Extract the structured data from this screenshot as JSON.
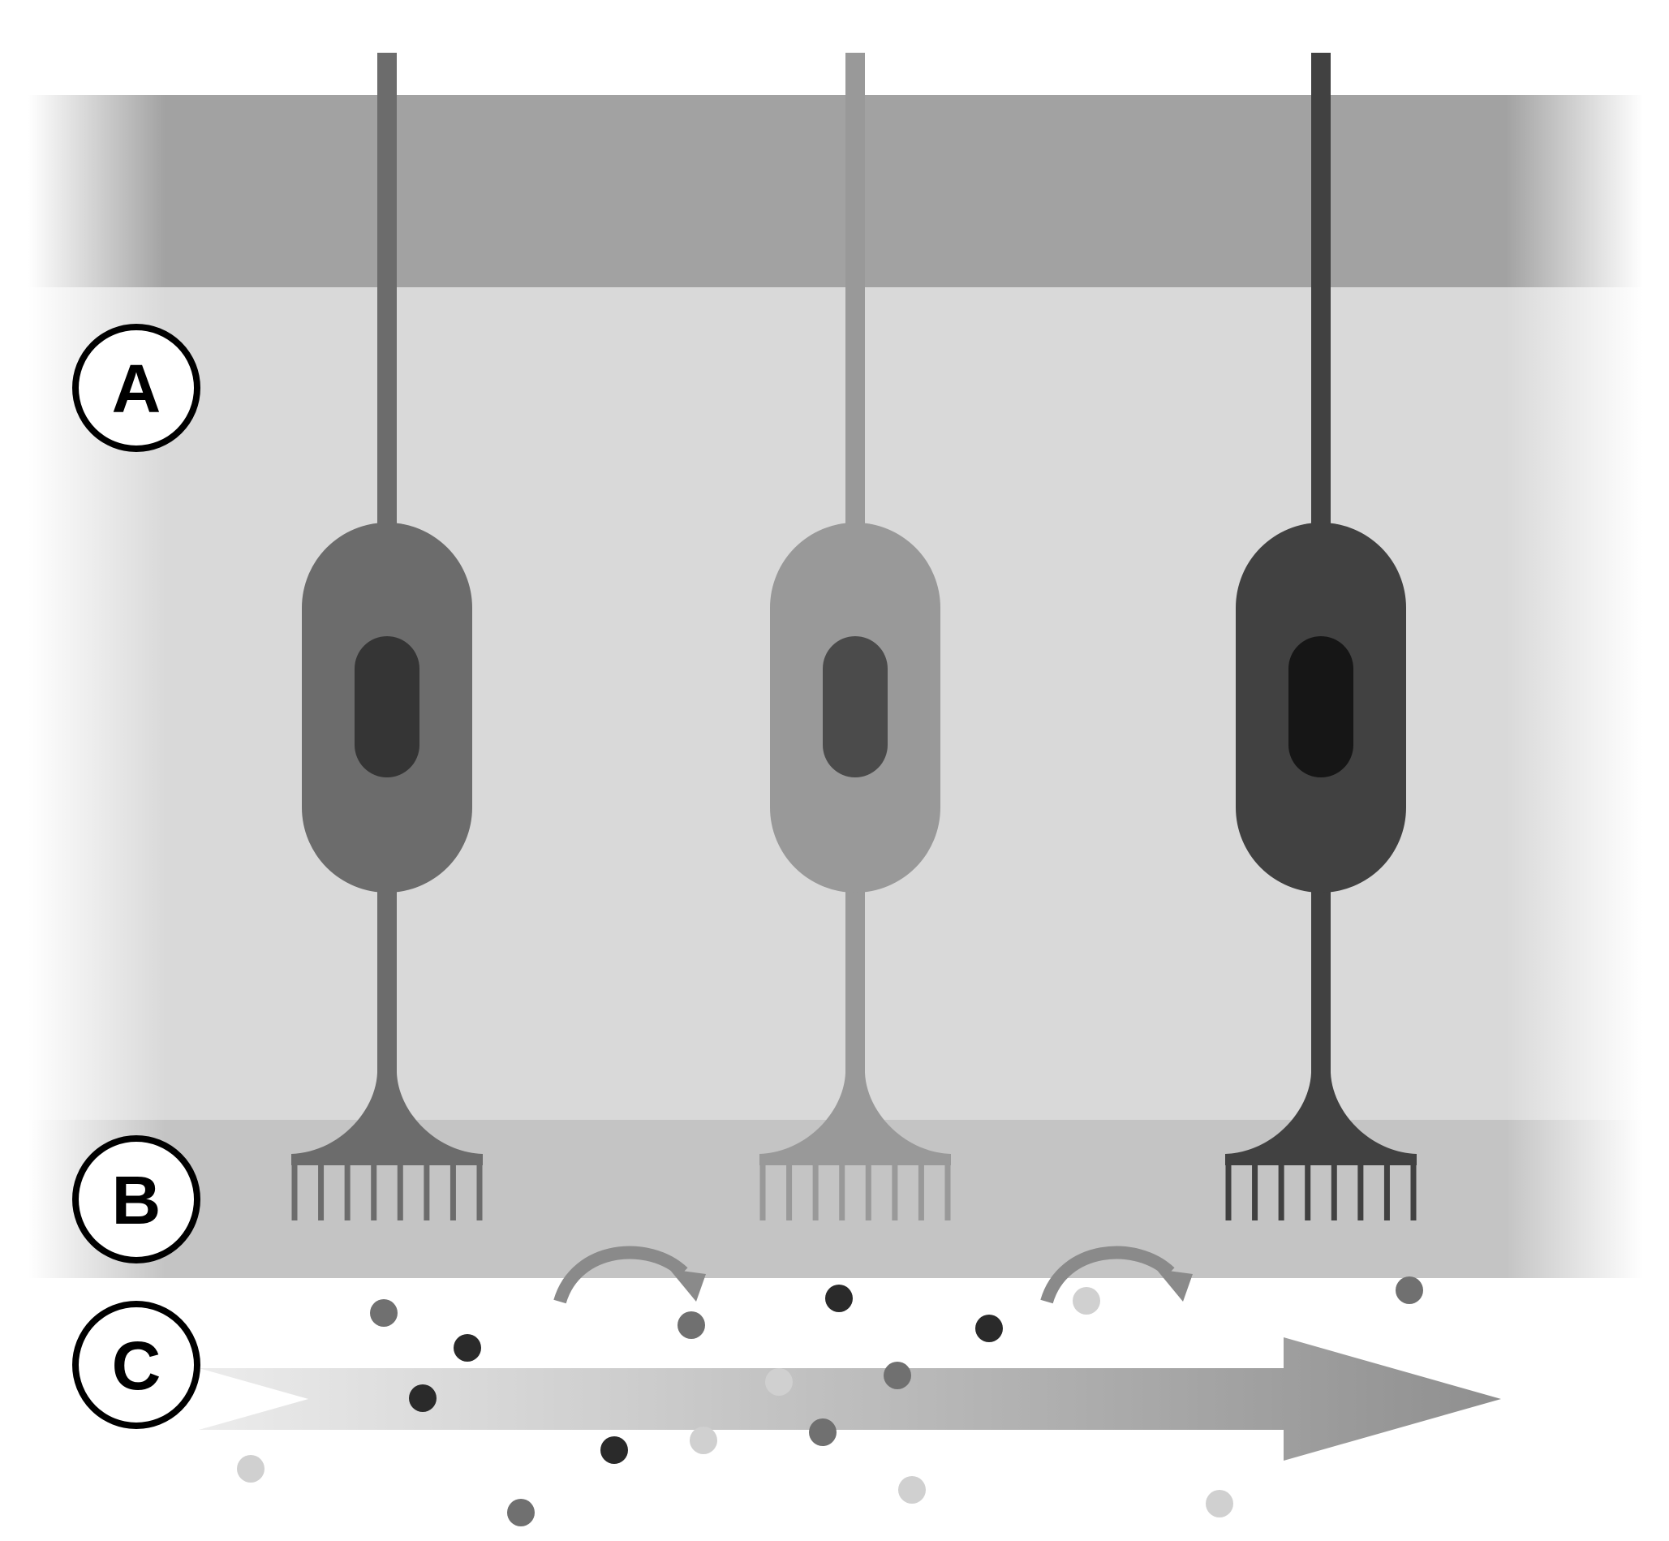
{
  "labels": {
    "a": "A",
    "b": "B",
    "c": "C"
  },
  "colors": {
    "top_band": "#a2a2a2",
    "middle_layer": "#d9d9d9",
    "bottom_band": "#c4c4c4",
    "background": "#ffffff",
    "cell_1_body": "#6c6c6c",
    "cell_1_nucleus": "#353535",
    "cell_2_body": "#999999",
    "cell_2_nucleus": "#4b4b4b",
    "cell_3_body": "#414141",
    "cell_3_nucleus": "#161616",
    "flow_arrow_start": "#ececec",
    "flow_arrow_end": "#8f8f8f",
    "curved_arrow": "#8a8a8a",
    "particle_dark": "#2a2a2a",
    "particle_medium": "#707070",
    "particle_light": "#d0d0d0"
  },
  "icons": {
    "cell": "neuron-cell-icon",
    "flow": "flow-arrow-icon",
    "transfer": "curved-arrow-icon",
    "particle": "particle-dot-icon"
  },
  "cells": [
    {
      "name": "cell-1",
      "body_color_key": "cell_1_body",
      "nucleus_color_key": "cell_1_nucleus"
    },
    {
      "name": "cell-2",
      "body_color_key": "cell_2_body",
      "nucleus_color_key": "cell_2_nucleus"
    },
    {
      "name": "cell-3",
      "body_color_key": "cell_3_body",
      "nucleus_color_key": "cell_3_nucleus"
    }
  ],
  "particles": [
    {
      "shade": "medium"
    },
    {
      "shade": "dark"
    },
    {
      "shade": "dark"
    },
    {
      "shade": "light"
    },
    {
      "shade": "dark"
    },
    {
      "shade": "medium"
    },
    {
      "shade": "light"
    },
    {
      "shade": "light"
    },
    {
      "shade": "dark"
    },
    {
      "shade": "medium"
    },
    {
      "shade": "medium"
    },
    {
      "shade": "dark"
    },
    {
      "shade": "light"
    },
    {
      "shade": "light"
    },
    {
      "shade": "medium"
    },
    {
      "shade": "light"
    },
    {
      "shade": "medium"
    }
  ]
}
